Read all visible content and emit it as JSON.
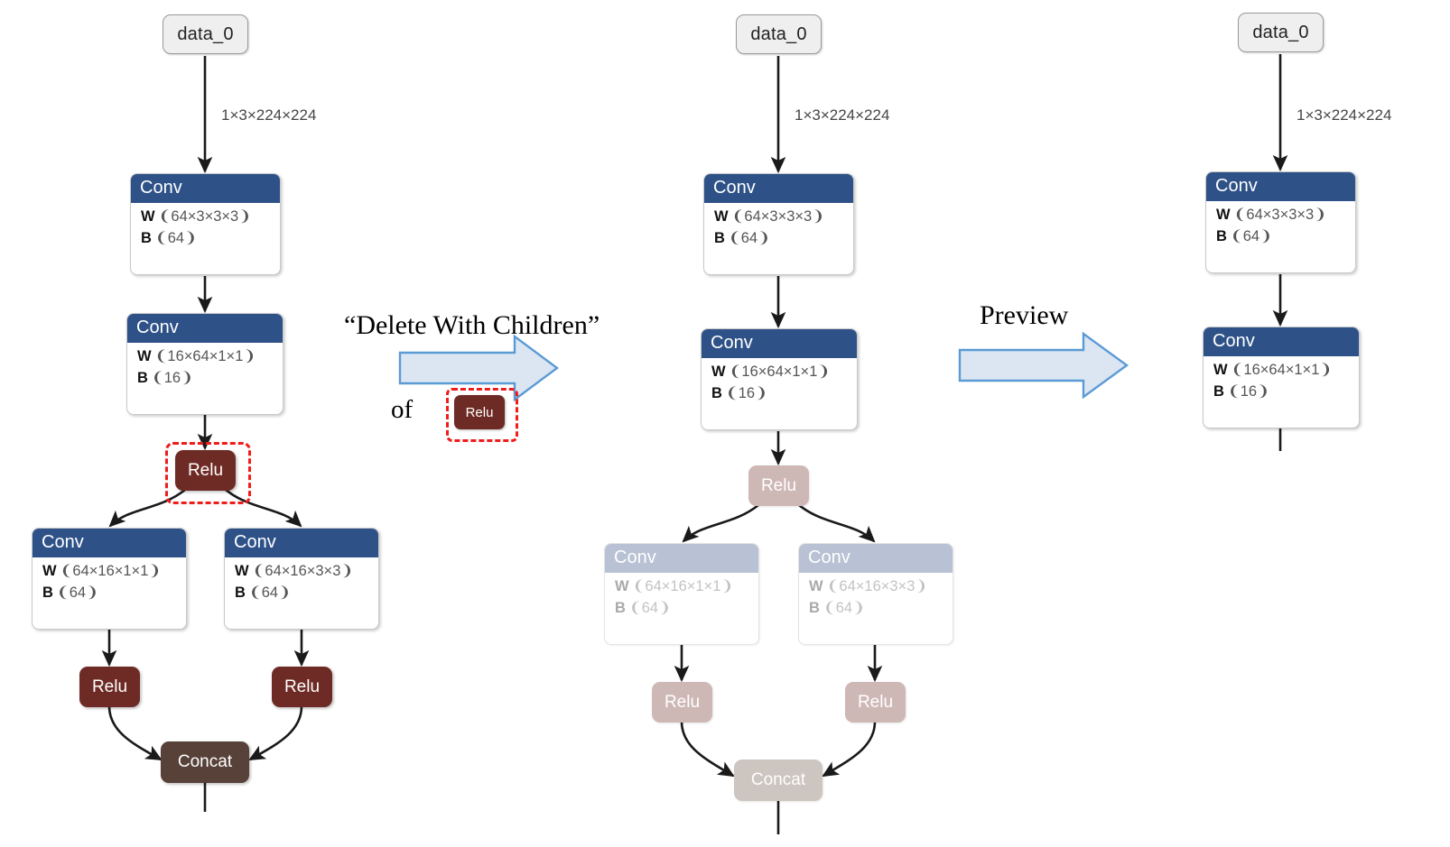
{
  "panels": [
    {
      "id": "before",
      "name": "original-graph",
      "nodes": {
        "input": {
          "label": "data_0",
          "kind": "io"
        },
        "conv1": {
          "label": "Conv",
          "attrs": [
            {
              "key": "W",
              "value": "❨64×3×3×3❩"
            },
            {
              "key": "B",
              "value": "❨64❩"
            }
          ]
        },
        "conv2": {
          "label": "Conv",
          "attrs": [
            {
              "key": "W",
              "value": "❨16×64×1×1❩"
            },
            {
              "key": "B",
              "value": "❨16❩"
            }
          ]
        },
        "relu_sel": {
          "label": "Relu",
          "kind": "relu",
          "selected": true
        },
        "conv_l": {
          "label": "Conv",
          "attrs": [
            {
              "key": "W",
              "value": "❨64×16×1×1❩"
            },
            {
              "key": "B",
              "value": "❨64❩"
            }
          ]
        },
        "conv_r": {
          "label": "Conv",
          "attrs": [
            {
              "key": "W",
              "value": "❨64×16×3×3❩"
            },
            {
              "key": "B",
              "value": "❨64❩"
            }
          ]
        },
        "relu_l": {
          "label": "Relu",
          "kind": "relu"
        },
        "relu_r": {
          "label": "Relu",
          "kind": "relu"
        },
        "concat": {
          "label": "Concat",
          "kind": "concat"
        }
      },
      "edge_labels": [
        {
          "text": "1×3×224×224"
        }
      ]
    },
    {
      "id": "after-delete",
      "name": "graph-with-subtree-ghosted",
      "nodes": {
        "input": {
          "label": "data_0",
          "kind": "io"
        },
        "conv1": {
          "label": "Conv",
          "attrs": [
            {
              "key": "W",
              "value": "❨64×3×3×3❩"
            },
            {
              "key": "B",
              "value": "❨64❩"
            }
          ]
        },
        "conv2": {
          "label": "Conv",
          "attrs": [
            {
              "key": "W",
              "value": "❨16×64×1×1❩"
            },
            {
              "key": "B",
              "value": "❨16❩"
            }
          ]
        },
        "relu_sel": {
          "label": "Relu",
          "kind": "relu",
          "ghost": true
        },
        "conv_l": {
          "label": "Conv",
          "ghost": true,
          "attrs": [
            {
              "key": "W",
              "value": "❨64×16×1×1❩"
            },
            {
              "key": "B",
              "value": "❨64❩"
            }
          ]
        },
        "conv_r": {
          "label": "Conv",
          "ghost": true,
          "attrs": [
            {
              "key": "W",
              "value": "❨64×16×3×3❩"
            },
            {
              "key": "B",
              "value": "❨64❩"
            }
          ]
        },
        "relu_l": {
          "label": "Relu",
          "kind": "relu",
          "ghost": true
        },
        "relu_r": {
          "label": "Relu",
          "kind": "relu",
          "ghost": true
        },
        "concat": {
          "label": "Concat",
          "kind": "concat",
          "ghost": true
        }
      },
      "edge_labels": [
        {
          "text": "1×3×224×224"
        }
      ]
    },
    {
      "id": "preview",
      "name": "resulting-graph",
      "nodes": {
        "input": {
          "label": "data_0",
          "kind": "io"
        },
        "conv1": {
          "label": "Conv",
          "attrs": [
            {
              "key": "W",
              "value": "❨64×3×3×3❩"
            },
            {
              "key": "B",
              "value": "❨64❩"
            }
          ]
        },
        "conv2": {
          "label": "Conv",
          "attrs": [
            {
              "key": "W",
              "value": "❨16×64×1×1❩"
            },
            {
              "key": "B",
              "value": "❨16❩"
            }
          ]
        }
      },
      "edge_labels": [
        {
          "text": "1×3×224×224"
        }
      ]
    }
  ],
  "annotations": {
    "step1": {
      "title": "“Delete With Children”",
      "of_word": "of",
      "chip_label": "Relu"
    },
    "step2": {
      "title": "Preview"
    }
  },
  "colors": {
    "conv_header": "#2e5288",
    "conv_header_ghost": "#b8c2d4",
    "relu": "#6e2b25",
    "relu_ghost": "#ceb8b6",
    "concat": "#574139",
    "concat_ghost": "#cdc5c0",
    "io_fill": "#efefef",
    "selection": "#ef1c1c",
    "arrow_fill": "#dce6f2",
    "arrow_stroke": "#5b9bd5",
    "edge": "#1a1a1a"
  }
}
